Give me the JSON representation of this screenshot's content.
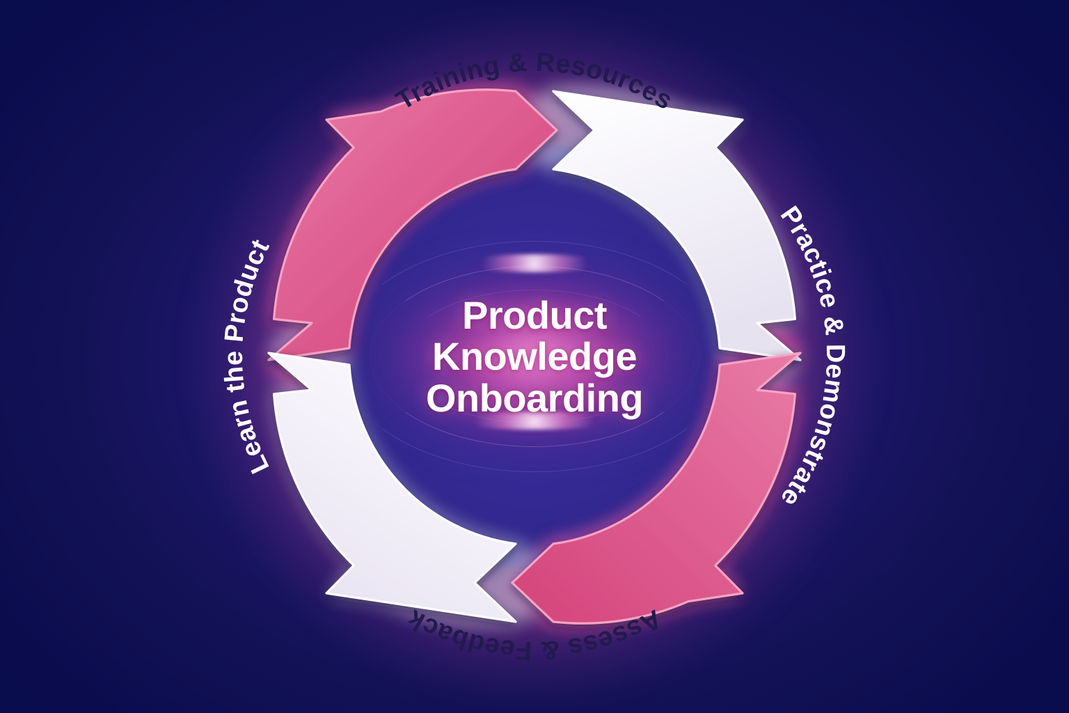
{
  "diagram": {
    "type": "cycle",
    "title_lines": [
      "Product",
      "Knowledge",
      "Onboarding"
    ],
    "center_title": "Product Knowledge Onboarding",
    "direction": "clockwise",
    "segment_count": 4,
    "background_color": "#050a4a",
    "accent_pink": "#db4f84",
    "accent_white": "#f2f0f8",
    "label_dark": "#221a4e",
    "label_light": "#ffffff",
    "glow_color": "#f25aa8",
    "segments": [
      {
        "index": 1,
        "label": "Learn the Product",
        "fill": "pink",
        "fill_color": "#db4f84",
        "text_color": "#ffffff",
        "position": "top-left",
        "start_angle": -178,
        "end_angle": -93
      },
      {
        "index": 2,
        "label": "Training & Resources",
        "fill": "white",
        "fill_color": "#f2f0f8",
        "text_color": "#221a4e",
        "position": "top-right",
        "start_angle": -88,
        "end_angle": -3
      },
      {
        "index": 3,
        "label": "Practice & Demonstrate",
        "fill": "pink",
        "fill_color": "#db4f84",
        "text_color": "#ffffff",
        "position": "bottom-right",
        "start_angle": 2,
        "end_angle": 87
      },
      {
        "index": 4,
        "label": "Assess & Feedback",
        "fill": "white",
        "fill_color": "#f2f0f8",
        "text_color": "#221a4e",
        "position": "bottom-left",
        "start_angle": 92,
        "end_angle": 177
      }
    ]
  }
}
